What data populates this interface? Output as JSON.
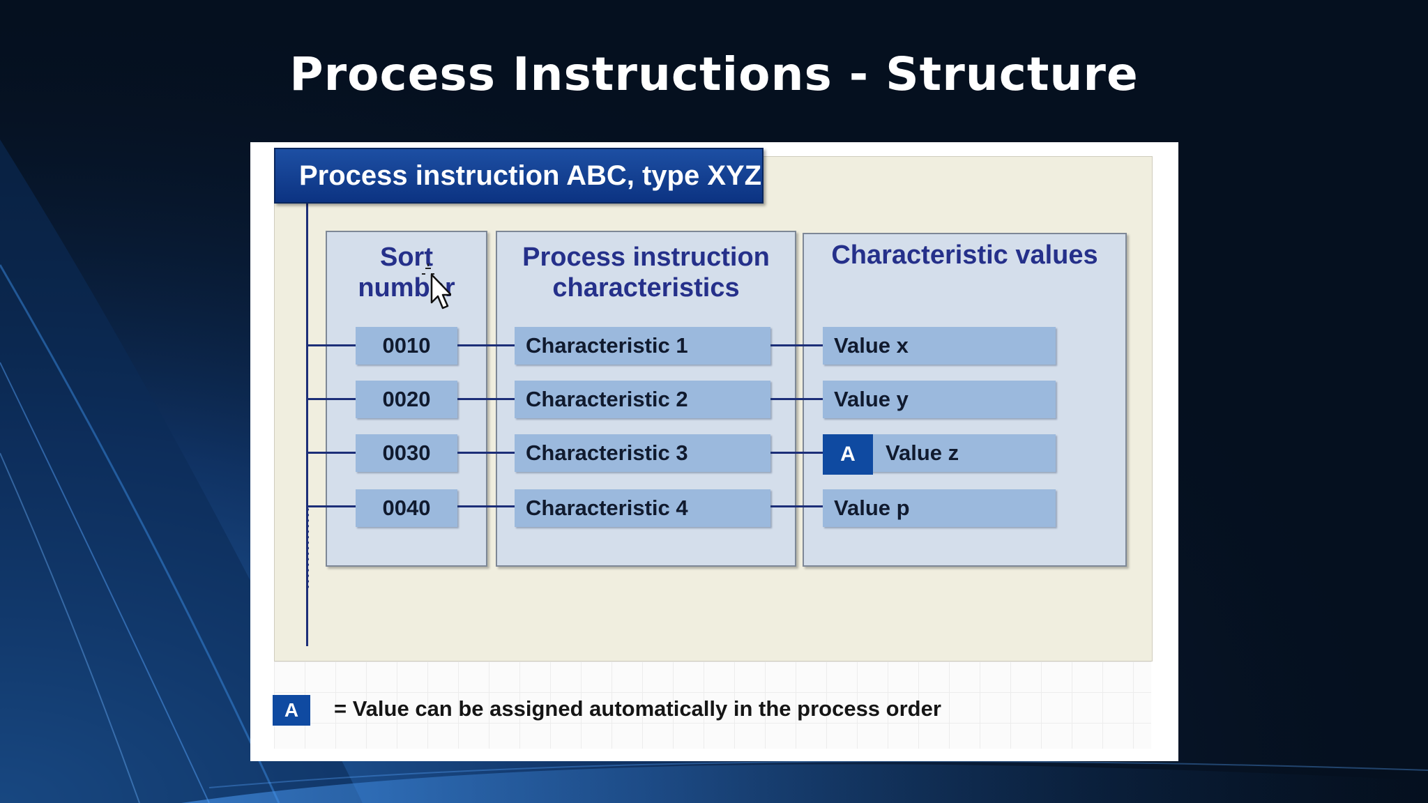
{
  "slide": {
    "title": "Process Instructions - Structure"
  },
  "diagram": {
    "header": "Process instruction ABC, type XYZ",
    "columns": {
      "sort_number": "Sort number",
      "characteristics": "Process instruction characteristics",
      "values": "Characteristic values"
    },
    "rows": [
      {
        "sort_number": "0010",
        "characteristic": "Characteristic 1",
        "value": "Value x",
        "auto": false
      },
      {
        "sort_number": "0020",
        "characteristic": "Characteristic 2",
        "value": "Value y",
        "auto": false
      },
      {
        "sort_number": "0030",
        "characteristic": "Characteristic 3",
        "value": "Value z",
        "auto": true
      },
      {
        "sort_number": "0040",
        "characteristic": "Characteristic 4",
        "value": "Value p",
        "auto": false
      }
    ],
    "auto_badge": "A",
    "legend": {
      "badge": "A",
      "text": "= Value can be assigned automatically in the process order"
    },
    "colors": {
      "header_blue": "#0c3382",
      "panel": "#d4deeb",
      "cell": "#9bb9dd",
      "connector": "#1c2e78",
      "badge": "#0f4aa1",
      "figure_background": "#f0eedf"
    }
  },
  "icons": [
    "mouse-cursor-icon"
  ]
}
